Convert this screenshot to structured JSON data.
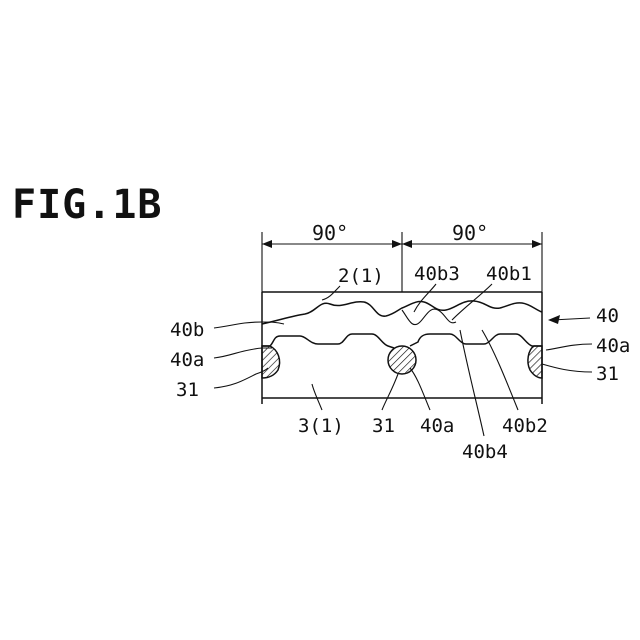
{
  "figure_title": "FIG.1B",
  "dimensions": {
    "left_angle": "90°",
    "right_angle": "90°"
  },
  "labels": {
    "upper_member": "2(1)",
    "lower_member": "3(1)",
    "part_40": "40",
    "part_40b_left": "40b",
    "part_40a_left": "40a",
    "part_31_left": "31",
    "part_40a_right": "40a",
    "part_31_right": "31",
    "part_40b3": "40b3",
    "part_40b1": "40b1",
    "part_31_center": "31",
    "part_40a_center": "40a",
    "part_40b2": "40b2",
    "part_40b4": "40b4"
  }
}
